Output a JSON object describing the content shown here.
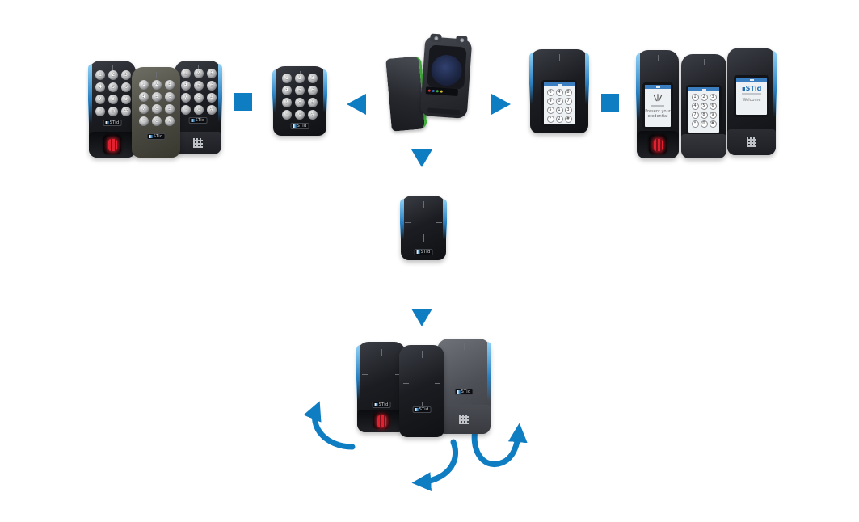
{
  "brand": "STid",
  "colors": {
    "accent_blue": "#0f7dc2",
    "pcb_green": "#41ae3c",
    "led_red": "#e0212f",
    "logo_blue": "#1f6eb4",
    "screen_bg": "#eef1f4"
  },
  "keypad": {
    "physical_keys": [
      "1",
      "2",
      "3",
      "4",
      "5",
      "6",
      "7",
      "8",
      "9",
      "*",
      "0",
      "#"
    ],
    "screen_keys_ordered": [
      "1",
      "2",
      "3",
      "4",
      "5",
      "6",
      "7",
      "8",
      "9",
      "*",
      "0",
      "#"
    ],
    "screen_keys_scrambled": [
      "6",
      "4",
      "8",
      "9",
      "0",
      "7",
      "5",
      "1",
      "3",
      "*",
      "2",
      "#"
    ]
  },
  "screens": {
    "present_credential": {
      "line1": "Present your",
      "line2": "credential"
    },
    "welcome": {
      "text": "Welcome"
    }
  },
  "diagram": {
    "center": "reader-core-module",
    "branches": [
      {
        "direction": "left",
        "via": "keypad-reader",
        "family": [
          "keypad-biometric-reader",
          "keypad-reader",
          "keypad-qr-reader"
        ]
      },
      {
        "direction": "right",
        "via": "touchscreen-keypad-reader",
        "family": [
          "touchscreen-biometric-reader",
          "touchscreen-keypad-reader",
          "touchscreen-welcome-qr-reader"
        ]
      },
      {
        "direction": "down",
        "via": "standard-reader",
        "family": [
          "biometric-reader",
          "standard-reader",
          "qr-reader"
        ]
      }
    ]
  }
}
